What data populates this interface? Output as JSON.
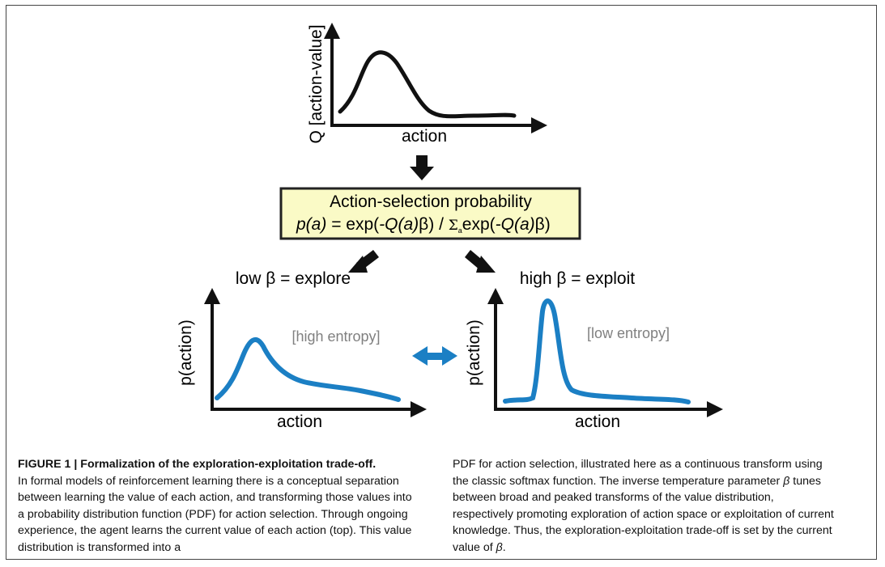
{
  "top_plot": {
    "ylabel": "Q [action-value]",
    "xlabel": "action"
  },
  "box": {
    "line1": "Action-selection probability",
    "formula_p": "p(a)",
    "formula_eq": " = exp(",
    "formula_qa": "-Q(a)",
    "formula_beta1": "β) / ",
    "formula_sigma": "Σ",
    "formula_sub": "a",
    "formula_exp2": "exp(",
    "formula_qa2": "-Q(a)",
    "formula_end": "β)",
    "fill_color": "#fafac6",
    "border_color": "#222222"
  },
  "left_plot": {
    "title": "low β = explore",
    "ylabel": "p(action)",
    "xlabel": "action",
    "annotation": "[high entropy]"
  },
  "right_plot": {
    "title": "high β = exploit",
    "ylabel": "p(action)",
    "xlabel": "action",
    "annotation": "[low entropy]"
  },
  "colors": {
    "curve_blue": "#1b7fc4",
    "arrow_blue": "#1b7fc4",
    "annotation_gray": "#808080"
  },
  "caption": {
    "title": "FIGURE 1 | Formalization of the exploration-exploitation trade-off.",
    "left_body": "In formal models of reinforcement learning there is a conceptual separation between learning the value of each action, and transforming those values into a probability distribution function (PDF) for action selection. Through ongoing experience, the agent learns the current value of each action (top). This value distribution is transformed into a",
    "right_body_1": "PDF for action selection, illustrated here as a continuous transform using the classic softmax function. The inverse temperature parameter ",
    "beta_symbol": "β",
    "right_body_2": " tunes between broad and peaked transforms of the value distribution, respectively promoting exploration of action space or exploitation of current knowledge. Thus, the exploration-exploitation trade-off is set by the current value of ",
    "right_body_3": "."
  }
}
